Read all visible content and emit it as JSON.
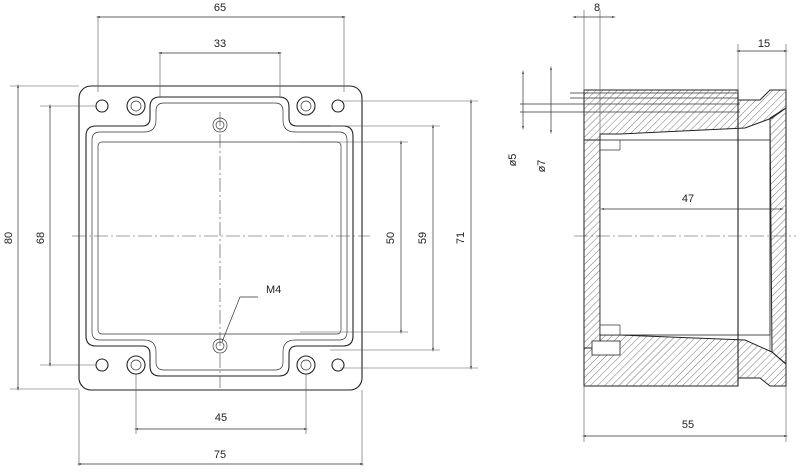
{
  "front_view": {
    "dims": {
      "outer_width": "75",
      "lid_width": "65",
      "hole_pitch_top": "33",
      "hole_pitch_bottom": "45",
      "outer_height": "80",
      "hole_pitch_vertical": "68",
      "inner_height": "50",
      "mid_height": "59",
      "lid_height": "71"
    },
    "thread_label": "M4"
  },
  "side_view": {
    "dims": {
      "flange_thickness": "8",
      "lid_depth": "15",
      "hole_dia_small": "ø5",
      "hole_dia_large": "ø7",
      "inner_depth": "47",
      "total_depth": "55"
    }
  }
}
